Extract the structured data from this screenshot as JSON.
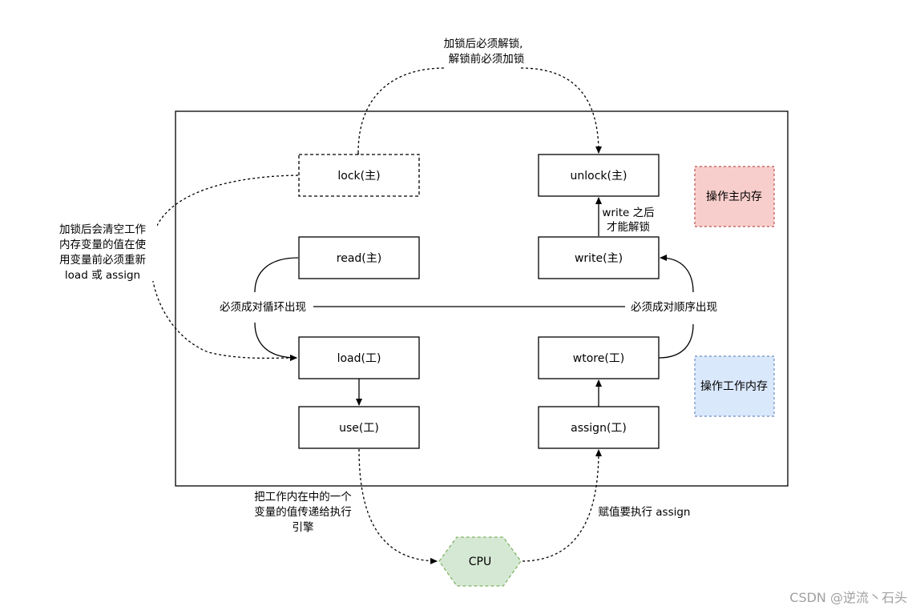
{
  "nodes": {
    "lock": "lock(主)",
    "unlock": "unlock(主)",
    "read": "read(主)",
    "write": "write(主)",
    "load": "load(工)",
    "wtore": "wtore(工)",
    "use": "use(工)",
    "assign": "assign(工)",
    "cpu": "CPU"
  },
  "legend": {
    "main_memory": "操作主内存",
    "work_memory": "操作工作内存"
  },
  "colors": {
    "main_memory_fill": "#f8cecc",
    "main_memory_stroke": "#b85450",
    "work_memory_fill": "#dae8fc",
    "work_memory_stroke": "#6c8ebf",
    "cpu_fill": "#d5e8d4",
    "cpu_stroke": "#82b366"
  },
  "annotations": {
    "lock_unlock": [
      "加锁后必须解锁,",
      "解锁前必须加锁"
    ],
    "lock_load": [
      "加锁后会清空工作",
      "内存变量的值在使",
      "用变量前必须重新",
      "load 或 assign"
    ],
    "write_unlock": [
      "write 之后",
      "才能解锁"
    ],
    "read_load_pair": "必须成对循环出现",
    "store_write_pair": "必须成对顺序出现",
    "use_cpu": [
      "把工作内在中的一个",
      "变量的值传递给执行",
      "引擎"
    ],
    "cpu_assign": "赋值要执行 assign"
  },
  "watermark": "CSDN @逆流丶石头"
}
